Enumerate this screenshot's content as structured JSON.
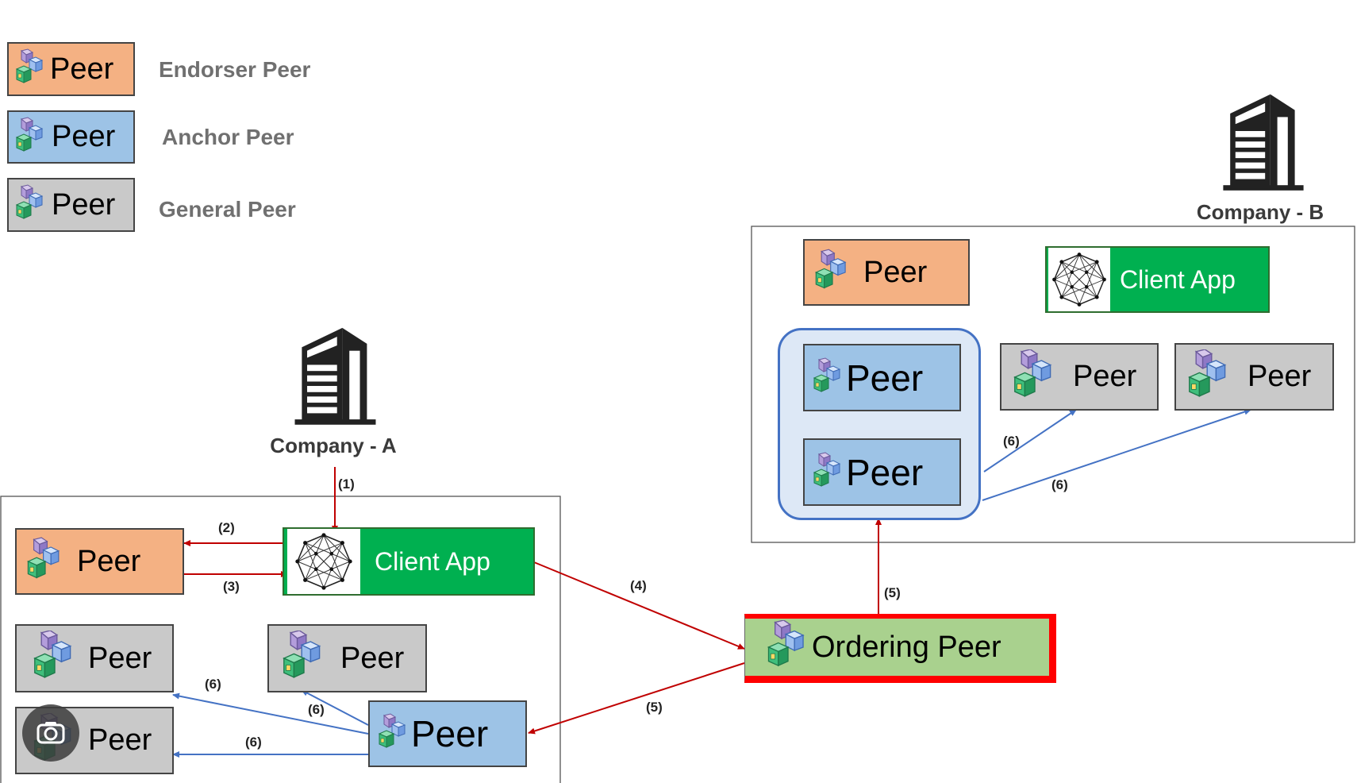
{
  "legend": [
    {
      "peer_label": "Peer",
      "description": "Endorser Peer"
    },
    {
      "peer_label": "Peer",
      "description": "Anchor Peer"
    },
    {
      "peer_label": "Peer",
      "description": "General Peer"
    }
  ],
  "company_a": {
    "name": "Company - A",
    "endorser_peer": "Peer",
    "client_app": "Client App",
    "general_peer_1": "Peer",
    "general_peer_2": "Peer",
    "general_peer_3": "Peer",
    "anchor_peer": "Peer"
  },
  "company_b": {
    "name": "Company - B",
    "endorser_peer": "Peer",
    "client_app": "Client App",
    "anchor_peer_1": "Peer",
    "anchor_peer_2": "Peer",
    "general_peer_1": "Peer",
    "general_peer_2": "Peer"
  },
  "ordering_peer": {
    "label": "Ordering Peer"
  },
  "steps": {
    "s1": "(1)",
    "s2": "(2)",
    "s3": "(3)",
    "s4": "(4)",
    "s5a": "(5)",
    "s5b": "(5)",
    "s6a": "(6)",
    "s6b": "(6)",
    "s6c": "(6)",
    "s6d": "(6)",
    "s6e": "(6)"
  },
  "colors": {
    "endorser": "#f4b183",
    "anchor": "#9dc3e6",
    "general": "#c9c9c9",
    "client": "#00b050",
    "ordering": "#a9d18e",
    "highlight": "#ff0000",
    "red_arrow": "#c00000",
    "blue_arrow": "#4472c4"
  },
  "icons": [
    "peer-cubes-icon",
    "network-mesh-icon",
    "building-icon",
    "camera-lens-icon"
  ]
}
